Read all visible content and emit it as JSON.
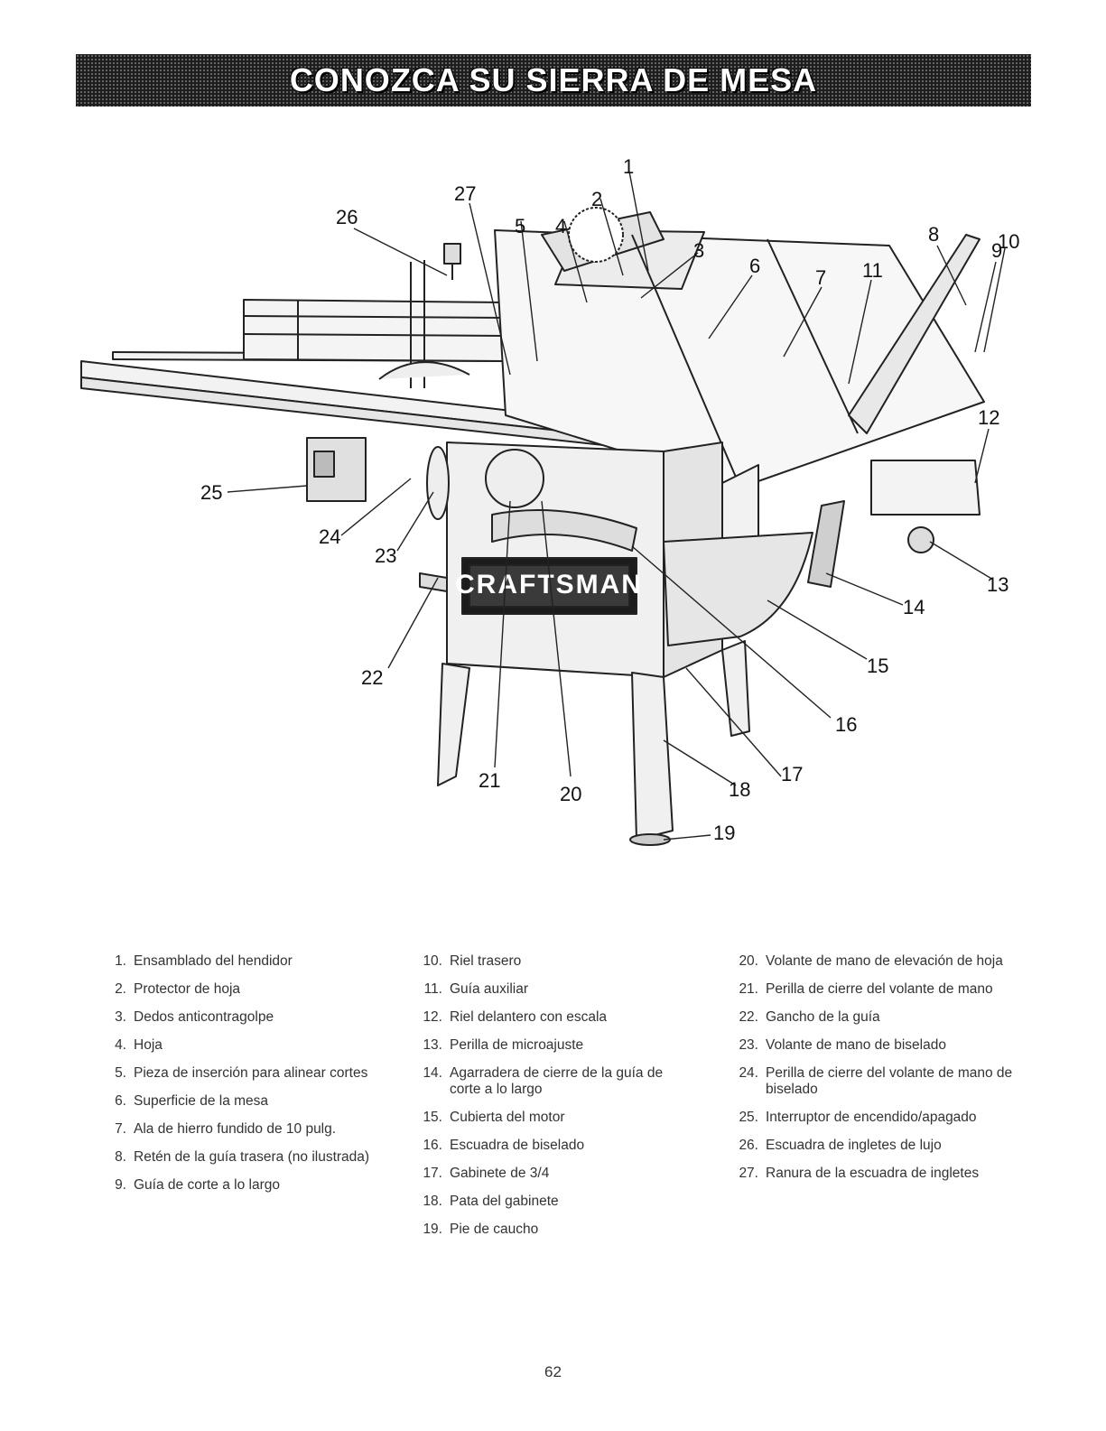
{
  "page": {
    "title": "CONOZCA SU SIERRA DE MESA",
    "page_number": "62"
  },
  "figure": {
    "brand_logo": "CRAFTSMAN",
    "callouts": [
      "1",
      "2",
      "3",
      "4",
      "5",
      "6",
      "7",
      "8",
      "9",
      "10",
      "11",
      "12",
      "13",
      "14",
      "15",
      "16",
      "17",
      "18",
      "19",
      "20",
      "21",
      "22",
      "23",
      "24",
      "25",
      "26",
      "27"
    ]
  },
  "legend": {
    "columns": [
      [
        {
          "num": "1.",
          "text": "Ensamblado del hendidor"
        },
        {
          "num": "2.",
          "text": "Protector de hoja"
        },
        {
          "num": "3.",
          "text": "Dedos anticontragolpe"
        },
        {
          "num": "4.",
          "text": "Hoja"
        },
        {
          "num": "5.",
          "text": "Pieza de inserción para alinear cortes"
        },
        {
          "num": "6.",
          "text": "Superficie de la mesa"
        },
        {
          "num": "7.",
          "text": "Ala de hierro fundido de 10 pulg."
        },
        {
          "num": "8.",
          "text": "Retén de la guía trasera (no ilustrada)"
        },
        {
          "num": "9.",
          "text": "Guía de corte a lo largo"
        }
      ],
      [
        {
          "num": "10.",
          "text": "Riel trasero"
        },
        {
          "num": "11.",
          "text": "Guía auxiliar"
        },
        {
          "num": "12.",
          "text": "Riel delantero con escala"
        },
        {
          "num": "13.",
          "text": "Perilla de microajuste"
        },
        {
          "num": "14.",
          "text": "Agarradera de cierre de la guía de corte a lo largo"
        },
        {
          "num": "15.",
          "text": "Cubierta del motor"
        },
        {
          "num": "16.",
          "text": "Escuadra de biselado"
        },
        {
          "num": "17.",
          "text": "Gabinete de 3/4"
        },
        {
          "num": "18.",
          "text": "Pata del gabinete"
        },
        {
          "num": "19.",
          "text": "Pie de caucho"
        }
      ],
      [
        {
          "num": "20.",
          "text": "Volante de mano de elevación de hoja"
        },
        {
          "num": "21.",
          "text": "Perilla de cierre del volante de mano"
        },
        {
          "num": "22.",
          "text": "Gancho de la guía"
        },
        {
          "num": "23.",
          "text": "Volante de mano de biselado"
        },
        {
          "num": "24.",
          "text": "Perilla de cierre del volante de mano de biselado"
        },
        {
          "num": "25.",
          "text": "Interruptor de encendido/apagado"
        },
        {
          "num": "26.",
          "text": "Escuadra de ingletes de lujo"
        },
        {
          "num": "27.",
          "text": "Ranura de la escuadra de ingletes"
        }
      ]
    ]
  }
}
